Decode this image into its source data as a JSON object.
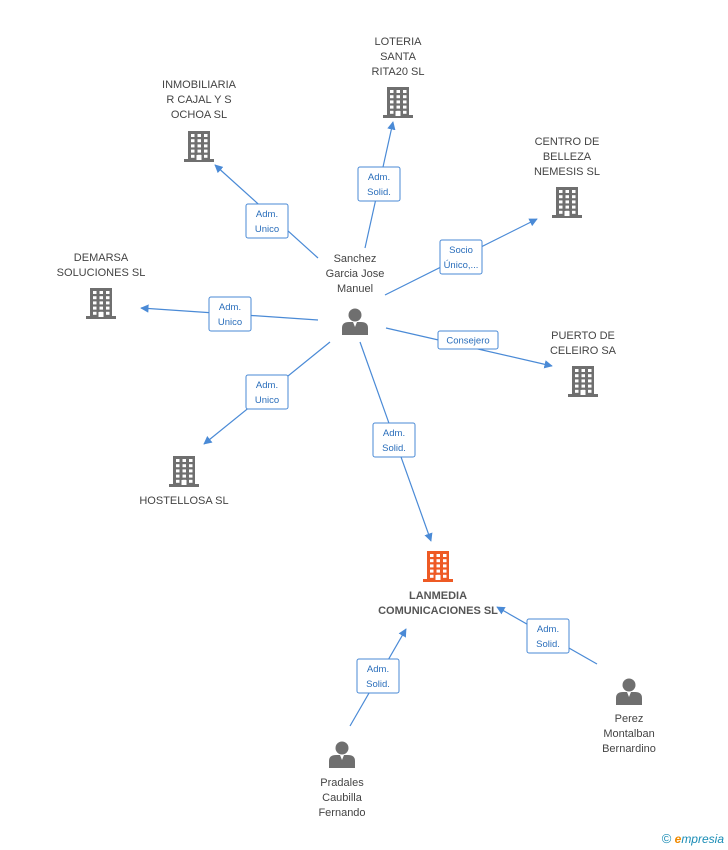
{
  "colors": {
    "edge": "#4a8ad6",
    "edge_label_border": "#4a8ad6",
    "edge_label_text": "#2a6ebb",
    "building_default": "#6f6f6f",
    "building_main": "#ee5a24",
    "person": "#6f6f6f"
  },
  "companies": [
    {
      "id": "loteria",
      "lines": [
        "LOTERIA",
        "SANTA",
        "RITA20 SL"
      ],
      "icon": "building-icon",
      "main": false
    },
    {
      "id": "inmobiliaria",
      "lines": [
        "INMOBILIARIA",
        "R CAJAL Y S",
        "OCHOA SL"
      ],
      "icon": "building-icon",
      "main": false
    },
    {
      "id": "centro",
      "lines": [
        "CENTRO DE",
        "BELLEZA",
        "NEMESIS SL"
      ],
      "icon": "building-icon",
      "main": false
    },
    {
      "id": "demarsa",
      "lines": [
        "DEMARSA",
        "SOLUCIONES SL"
      ],
      "icon": "building-icon",
      "main": false
    },
    {
      "id": "puerto",
      "lines": [
        "PUERTO DE",
        "CELEIRO SA"
      ],
      "icon": "building-icon",
      "main": false
    },
    {
      "id": "hostellosa",
      "lines": [
        "HOSTELLOSA SL"
      ],
      "icon": "building-icon",
      "main": false
    },
    {
      "id": "lanmedia",
      "lines": [
        "LANMEDIA",
        "COMUNICACIONES SL"
      ],
      "icon": "building-icon",
      "main": true
    }
  ],
  "persons": [
    {
      "id": "sanchez",
      "lines": [
        "Sanchez",
        "Garcia Jose",
        "Manuel"
      ],
      "icon": "person-icon"
    },
    {
      "id": "perez",
      "lines": [
        "Perez",
        "Montalban",
        "Bernardino"
      ],
      "icon": "person-icon"
    },
    {
      "id": "pradales",
      "lines": [
        "Pradales",
        "Caubilla",
        "Fernando"
      ],
      "icon": "person-icon"
    }
  ],
  "edges": [
    {
      "from": "sanchez",
      "to": "loteria",
      "label": [
        "Adm.",
        "Solid."
      ]
    },
    {
      "from": "sanchez",
      "to": "inmobiliaria",
      "label": [
        "Adm.",
        "Unico"
      ]
    },
    {
      "from": "sanchez",
      "to": "centro",
      "label": [
        "Socio",
        "Único,..."
      ]
    },
    {
      "from": "sanchez",
      "to": "demarsa",
      "label": [
        "Adm.",
        "Unico"
      ]
    },
    {
      "from": "sanchez",
      "to": "puerto",
      "label": [
        "Consejero"
      ]
    },
    {
      "from": "sanchez",
      "to": "hostellosa",
      "label": [
        "Adm.",
        "Unico"
      ]
    },
    {
      "from": "sanchez",
      "to": "lanmedia",
      "label": [
        "Adm.",
        "Solid."
      ]
    },
    {
      "from": "perez",
      "to": "lanmedia",
      "label": [
        "Adm.",
        "Solid."
      ]
    },
    {
      "from": "pradales",
      "to": "lanmedia",
      "label": [
        "Adm.",
        "Solid."
      ]
    }
  ],
  "brand": {
    "copyright": "©",
    "first_letter": "e",
    "rest": "mpresia"
  }
}
